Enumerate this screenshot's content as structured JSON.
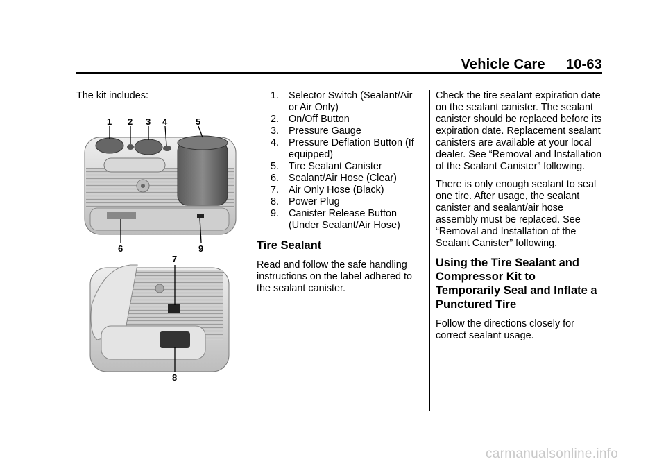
{
  "header": {
    "section": "Vehicle Care",
    "page": "10-63"
  },
  "col1": {
    "intro": "The kit includes:"
  },
  "parts": [
    {
      "num": "1.",
      "text": "Selector Switch (Sealant/Air or Air Only)"
    },
    {
      "num": "2.",
      "text": "On/Off Button"
    },
    {
      "num": "3.",
      "text": "Pressure Gauge"
    },
    {
      "num": "4.",
      "text": "Pressure Deflation Button (If equipped)"
    },
    {
      "num": "5.",
      "text": "Tire Sealant Canister"
    },
    {
      "num": "6.",
      "text": "Sealant/Air Hose (Clear)"
    },
    {
      "num": "7.",
      "text": "Air Only Hose (Black)"
    },
    {
      "num": "8.",
      "text": "Power Plug"
    },
    {
      "num": "9.",
      "text": "Canister Release Button (Under Sealant/Air Hose)"
    }
  ],
  "figure": {
    "callouts": [
      "1",
      "2",
      "3",
      "4",
      "5",
      "6",
      "7",
      "8",
      "9"
    ]
  },
  "tire_sealant": {
    "heading": "Tire Sealant",
    "body": "Read and follow the safe handling instructions on the label adhered to the sealant canister."
  },
  "col3": {
    "p1": "Check the tire sealant expiration date on the sealant canister. The sealant canister should be replaced before its expiration date. Replacement sealant canisters are available at your local dealer. See “Removal and Installation of the Sealant Canister” following.",
    "p2": "There is only enough sealant to seal one tire. After usage, the sealant canister and sealant/air hose assembly must be replaced. See “Removal and Installation of the Sealant Canister” following.",
    "heading": "Using the Tire Sealant and Compressor Kit to Temporarily Seal and Inflate a Punctured Tire",
    "p3": "Follow the directions closely for correct sealant usage."
  },
  "footer": {
    "url": "carmanualsonline.info"
  }
}
